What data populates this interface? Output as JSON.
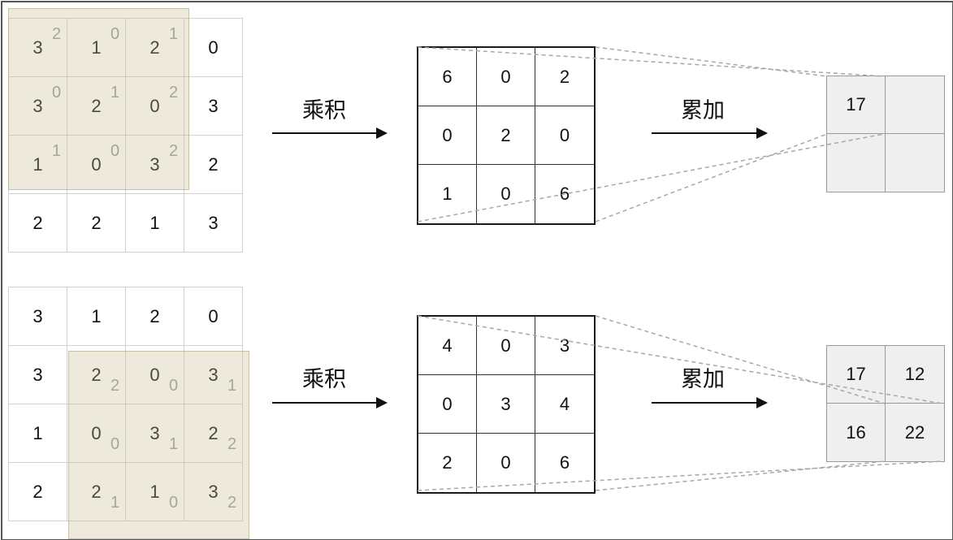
{
  "steps": [
    {
      "input": [
        [
          "3",
          "1",
          "2",
          "0"
        ],
        [
          "3",
          "2",
          "0",
          "3"
        ],
        [
          "1",
          "0",
          "3",
          "2"
        ],
        [
          "2",
          "2",
          "1",
          "3"
        ]
      ],
      "kernel": [
        [
          "2",
          "0",
          "1"
        ],
        [
          "0",
          "1",
          "2"
        ],
        [
          "1",
          "0",
          "2"
        ]
      ],
      "kernel_offset": {
        "row": 0,
        "col": 0
      },
      "kernel_label_position": "top-right",
      "product": [
        [
          "6",
          "0",
          "2"
        ],
        [
          "0",
          "2",
          "0"
        ],
        [
          "1",
          "0",
          "6"
        ]
      ],
      "multiply_label": "乘积",
      "sum_label": "累加",
      "output": [
        [
          "17",
          ""
        ],
        [
          "",
          ""
        ]
      ]
    },
    {
      "input": [
        [
          "3",
          "1",
          "2",
          "0"
        ],
        [
          "3",
          "2",
          "0",
          "3"
        ],
        [
          "1",
          "0",
          "3",
          "2"
        ],
        [
          "2",
          "2",
          "1",
          "3"
        ]
      ],
      "kernel": [
        [
          "2",
          "0",
          "1"
        ],
        [
          "0",
          "1",
          "2"
        ],
        [
          "1",
          "0",
          "2"
        ]
      ],
      "kernel_offset": {
        "row": 1,
        "col": 1
      },
      "kernel_label_position": "bottom-right",
      "product": [
        [
          "4",
          "0",
          "3"
        ],
        [
          "0",
          "3",
          "4"
        ],
        [
          "2",
          "0",
          "6"
        ]
      ],
      "multiply_label": "乘积",
      "sum_label": "累加",
      "output": [
        [
          "17",
          "12"
        ],
        [
          "16",
          "22"
        ]
      ]
    }
  ]
}
